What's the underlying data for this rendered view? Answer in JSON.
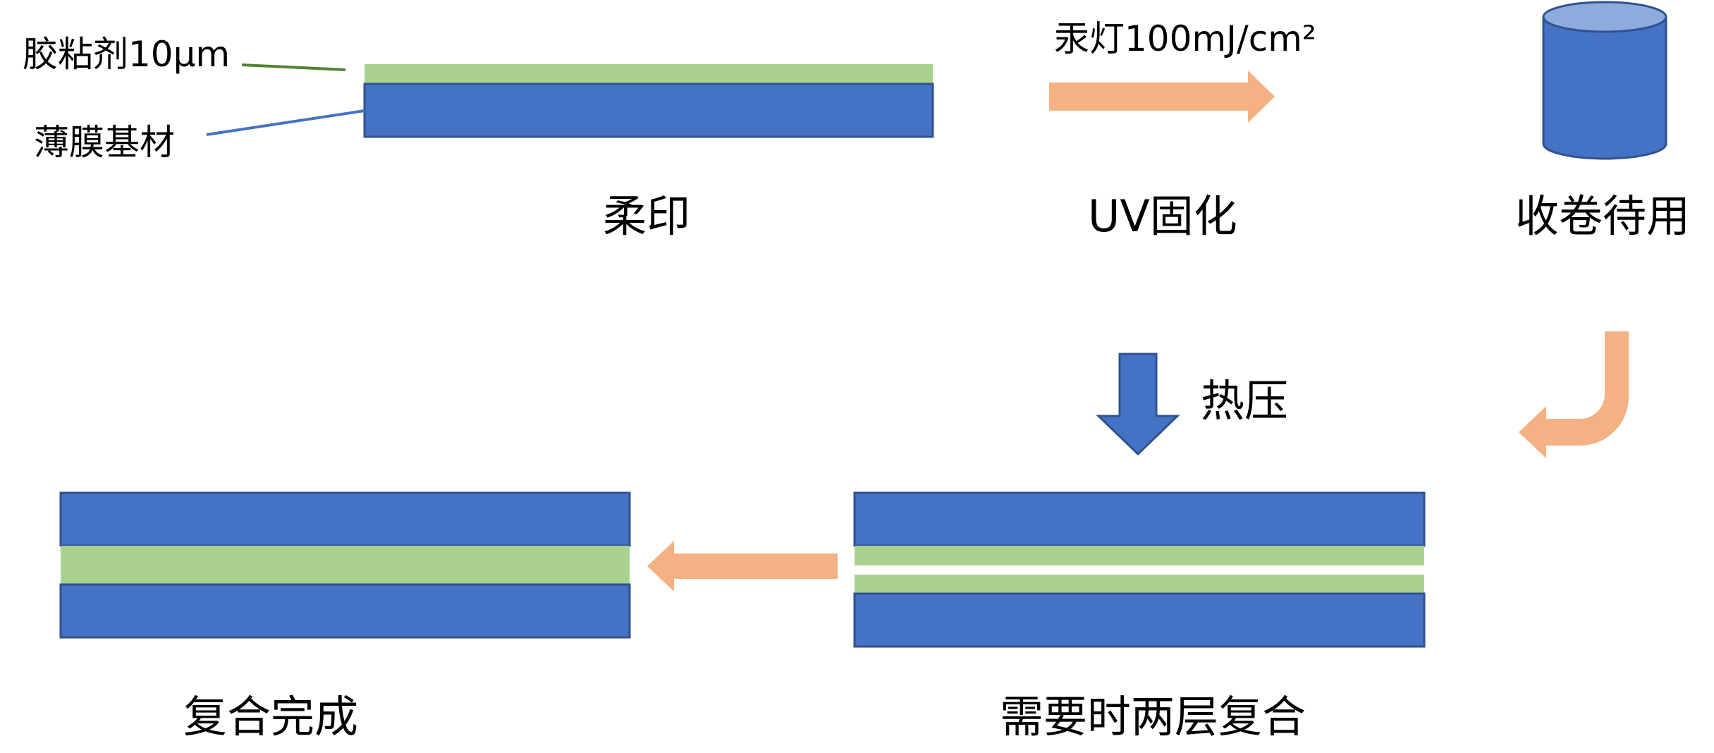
{
  "colors": {
    "film": "#4472C4",
    "film_border": "#2F528F",
    "adhesive": "#A9D18E",
    "arrow": "#F4B183",
    "leader_green": "#548235",
    "leader_blue": "#4472C4",
    "cylinder_top": "#8FAADC",
    "text": "#000000"
  },
  "labels": {
    "adhesive": "胶粘剂10μm",
    "film_substrate": "薄膜基材",
    "uv_lamp": "汞灯100mJ/cm²",
    "flexo_print": "柔印",
    "uv_cure": "UV固化",
    "wind_up": "收卷待用",
    "hot_press": "热压",
    "lamination_on_demand": "需要时两层复合",
    "lamination_done": "复合完成"
  }
}
